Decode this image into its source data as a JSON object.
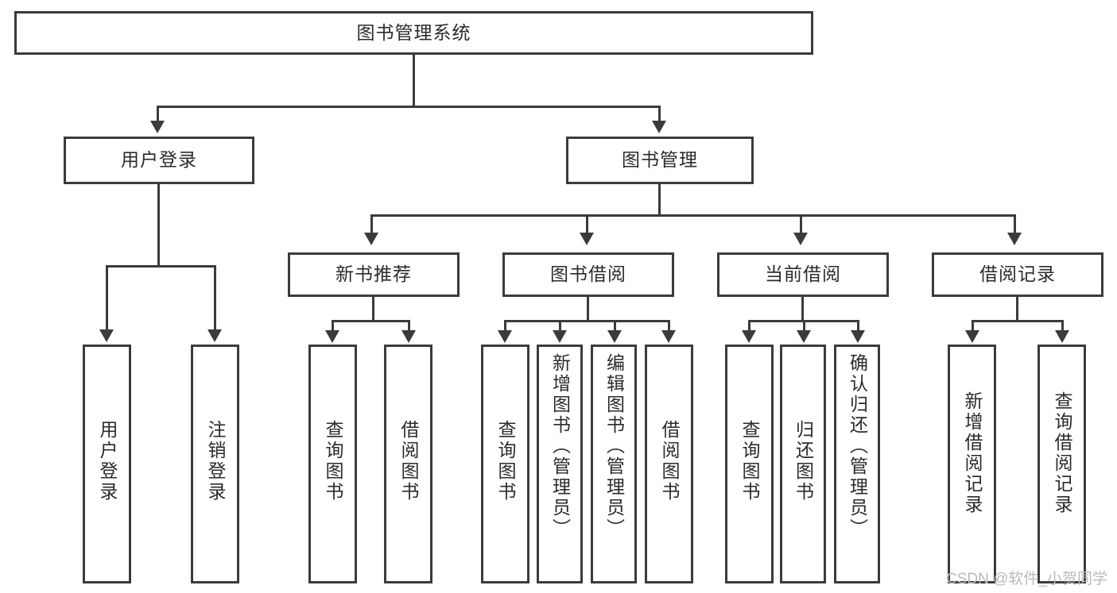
{
  "diagram": {
    "type": "tree-hierarchy-chart",
    "title": "图书管理系统",
    "root": {
      "id": "root",
      "label": "图书管理系统"
    },
    "level1": [
      {
        "id": "user-login",
        "label": "用户登录"
      },
      {
        "id": "book-management",
        "label": "图书管理"
      }
    ],
    "level2": [
      {
        "id": "new-book-recommend",
        "label": "新书推荐",
        "parent": "book-management"
      },
      {
        "id": "book-borrow",
        "label": "图书借阅",
        "parent": "book-management"
      },
      {
        "id": "current-borrow",
        "label": "当前借阅",
        "parent": "book-management"
      },
      {
        "id": "borrow-record",
        "label": "借阅记录",
        "parent": "book-management"
      }
    ],
    "leaves": {
      "user_login": [
        {
          "id": "leaf-user-login",
          "label": "用户登录"
        },
        {
          "id": "leaf-user-logout",
          "label": "注销登录"
        }
      ],
      "new_book_recommend": [
        {
          "id": "leaf-query-book-1",
          "label": "查询图书"
        },
        {
          "id": "leaf-borrow-book-1",
          "label": "借阅图书"
        }
      ],
      "book_borrow": [
        {
          "id": "leaf-query-book-2",
          "label": "查询图书"
        },
        {
          "id": "leaf-add-book",
          "label": "新增图书（管理员）"
        },
        {
          "id": "leaf-edit-book",
          "label": "编辑图书（管理员）"
        },
        {
          "id": "leaf-borrow-book-2",
          "label": "借阅图书"
        }
      ],
      "current_borrow": [
        {
          "id": "leaf-query-book-3",
          "label": "查询图书"
        },
        {
          "id": "leaf-return-book",
          "label": "归还图书"
        },
        {
          "id": "leaf-confirm-return",
          "label": "确认归还（管理员）"
        }
      ],
      "borrow_record": [
        {
          "id": "leaf-add-record",
          "label": "新增借阅记录"
        },
        {
          "id": "leaf-query-record",
          "label": "查询借阅记录"
        }
      ]
    },
    "watermark": "CSDN @软件_小贺同学",
    "colors": {
      "stroke": "#3b3b3b",
      "background": "#ffffff",
      "text": "#2b2b2b",
      "watermark": "#b9b9b9"
    }
  }
}
